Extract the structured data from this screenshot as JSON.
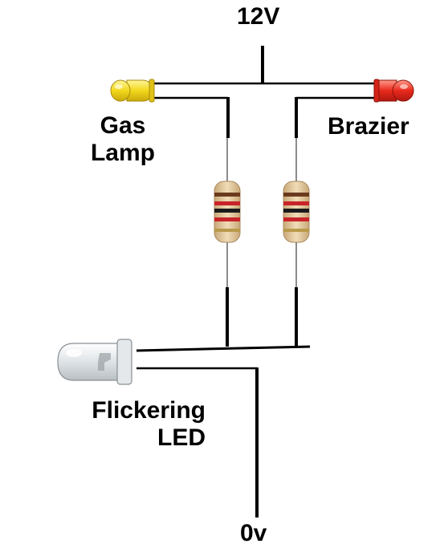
{
  "labels": {
    "supply": "12V",
    "ground": "0v",
    "gas_lamp_line1": "Gas",
    "gas_lamp_line2": "Lamp",
    "brazier": "Brazier",
    "flickering_line1": "Flickering",
    "flickering_line2": "LED"
  },
  "colors": {
    "wire": "#000000",
    "lead": "#8c8c8c",
    "yellow_led": "#f2d81c",
    "red_led": "#e8291c",
    "clear_led": "#d9dde0",
    "resistor_body": "#e3c9a0",
    "band_brown": "#6b3a1e",
    "band_red": "#c8242a",
    "band_black": "#1a1a1a",
    "band_gold": "#b89a4a"
  },
  "components": {
    "gas_lamp_led": "yellow-led",
    "brazier_led": "red-led",
    "flickering_led": "clear-led",
    "resistors": [
      "resistor-left",
      "resistor-right"
    ]
  }
}
